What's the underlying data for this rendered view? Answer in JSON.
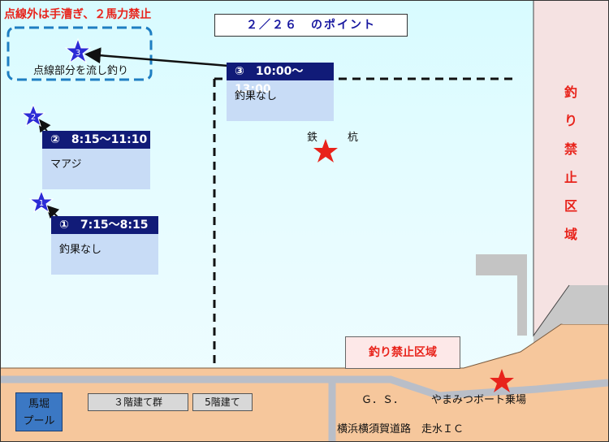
{
  "warning": "点線外は手漕ぎ、２馬力禁止",
  "title": "２／２６　のポイント",
  "drift_label": "点線部分を流し釣り",
  "spots": [
    {
      "num": "1",
      "header": "①　7:15～8:15",
      "body": "釣果なし"
    },
    {
      "num": "2",
      "header": "②　8:15～11:10",
      "body": "マアジ"
    },
    {
      "num": "3",
      "header": "③　10:00～13:00",
      "body": "釣果なし"
    }
  ],
  "landmarks": {
    "iron_pile": "鉄　杭",
    "no_fishing_vertical": "釣り禁止区域",
    "no_fishing_box": "釣り禁止区域",
    "gs": "Ｇ．Ｓ．",
    "boat": "やまみつボート乗場",
    "road": "横浜横須賀道路　走水ＩＣ",
    "bldg3": "３階建て群",
    "bldg5": "5階建て",
    "pool": "馬堀\nプール"
  },
  "colors": {
    "sea": "#dffbff",
    "land": "#f6c79c",
    "red": "#e8231b",
    "navy": "#111b78",
    "spot_star": "#2b2bd6"
  }
}
